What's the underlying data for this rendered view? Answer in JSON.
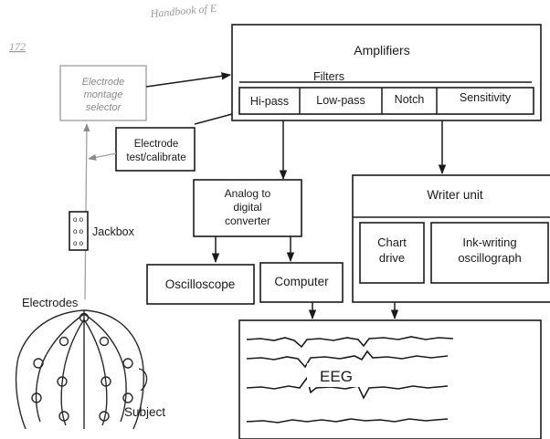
{
  "header": {
    "running_title": "Handbook of E",
    "page_number": "172"
  },
  "blocks": {
    "amplifiers": "Amplifiers",
    "filters": "Filters",
    "filter_hipass": "Hi-pass",
    "filter_lowpass": "Low-pass",
    "filter_notch": "Notch",
    "sensitivity": "Sensitivity",
    "montage_line1": "Electrode",
    "montage_line2": "montage",
    "montage_line3": "selector",
    "test_line1": "Electrode",
    "test_line2": "test/calibrate",
    "adc_line1": "Analog to",
    "adc_line2": "digital",
    "adc_line3": "converter",
    "oscilloscope": "Oscilloscope",
    "computer": "Computer",
    "writer_unit": "Writer unit",
    "chart_line1": "Chart",
    "chart_line2": "drive",
    "ink_line1": "Ink-writing",
    "ink_line2": "oscillograph",
    "jackbox": "Jackbox",
    "electrodes": "Electrodes",
    "subject": "Subject",
    "eeg": "EEG"
  }
}
